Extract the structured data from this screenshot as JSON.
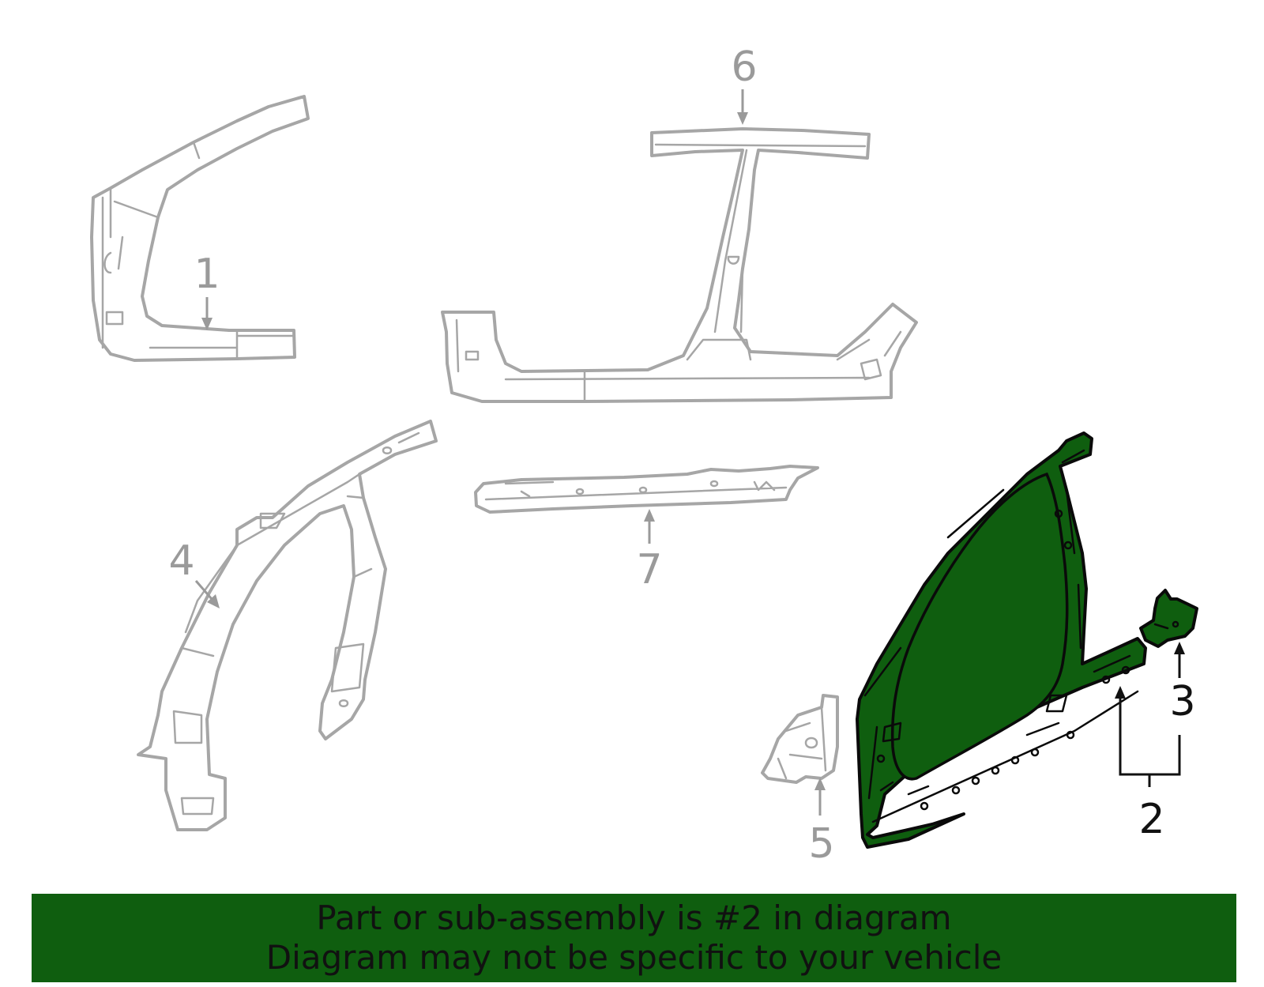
{
  "callouts": [
    {
      "label": "1",
      "active": false
    },
    {
      "label": "2",
      "active": true
    },
    {
      "label": "3",
      "active": false
    },
    {
      "label": "4",
      "active": false
    },
    {
      "label": "5",
      "active": false
    },
    {
      "label": "6",
      "active": false
    },
    {
      "label": "7",
      "active": false
    }
  ],
  "highlight_color": "#0f5e0f",
  "banner": {
    "line1": "Part or sub-assembly is #2 in diagram",
    "line2": "Diagram may not be specific to your vehicle"
  }
}
